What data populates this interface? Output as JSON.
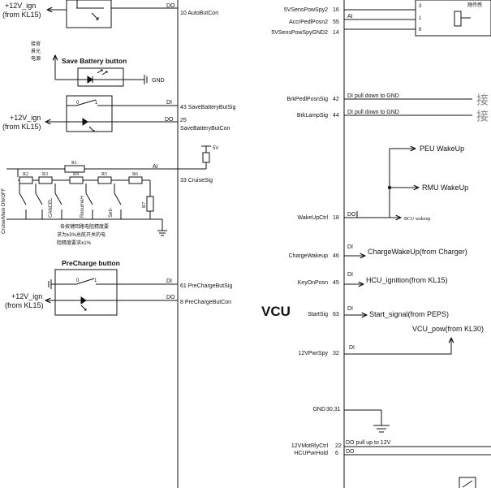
{
  "vcu": {
    "title": "VCU",
    "left_pins": [
      {
        "sig": "DO",
        "label": "10 AutoButCon"
      },
      {
        "sig": "DI",
        "label": "43 SaveBatteryButSig"
      },
      {
        "sig": "DO",
        "label": "25"
      },
      {
        "sig": "",
        "label": "SaveBatteryButCon"
      },
      {
        "sig": "AI",
        "label": "33  CruiseSig"
      },
      {
        "sig": "DI",
        "label": "61  PreChargeButSig"
      },
      {
        "sig": "DO",
        "label": "8  PreChargeButCon"
      }
    ],
    "right_pins": [
      {
        "name": "5VSensPowSpy2",
        "num": "16",
        "sig": ""
      },
      {
        "name": "AccrPedlPosn2",
        "num": "55",
        "sig": "AI"
      },
      {
        "name": "5VSensPowSpyGND2",
        "num": "14",
        "sig": ""
      },
      {
        "name": "BrkPedlPosnSig",
        "num": "42",
        "sig": "DI  pull down to GND"
      },
      {
        "name": "BrkLampSig",
        "num": "44",
        "sig": "DI  pull down to GND"
      },
      {
        "name": "WakeUpCtrl",
        "num": "18",
        "sig": "DO"
      },
      {
        "name": "ChargeWakeup",
        "num": "46",
        "sig": "DI"
      },
      {
        "name": "KeyOnPosn",
        "num": "45",
        "sig": "DI"
      },
      {
        "name": "StartSig",
        "num": "63",
        "sig": "DI"
      },
      {
        "name": "12VPwrSpy",
        "num": "32",
        "sig": "DI"
      },
      {
        "name": "GND",
        "num": "30,31",
        "sig": ""
      },
      {
        "name": "12VMotRlyCtrl",
        "num": "22",
        "sig": "DO  pull up to 12V"
      },
      {
        "name": "HCUPwrHold",
        "num": "6",
        "sig": "DO"
      }
    ]
  },
  "left_side": {
    "ign_top_1": "+12V_ign",
    "ign_top_2": "(from KL15)",
    "cn_note": [
      "接背",
      "景光",
      "电源"
    ],
    "save_battery_title": "Save Battery button",
    "gnd_label": "GND",
    "ign_mid_1": "+12V_ign",
    "ign_mid_2": "(from KL15)",
    "cruise_vertical": "Cruise/Main ON/OFF",
    "resistors": [
      "R1",
      "R2",
      "R3",
      "R4",
      "R5",
      "R6",
      "R7"
    ],
    "switch_labels": [
      "CANCEL",
      "Resume/+",
      "Set/-"
    ],
    "cruise_5v": "5V",
    "cruise_note": [
      "各按键回路电阻精度要",
      "求为±3%总航开关的电",
      "阻精度要求±1%"
    ],
    "precharge_title": "PreCharge button",
    "ign_bot_1": "+12V_ign",
    "ign_bot_2": "(from KL15)",
    "switch_nums": [
      "0",
      "1"
    ]
  },
  "right_side": {
    "sensor_cn": "踏传感",
    "sensor_pins": [
      "3",
      "1",
      "6"
    ],
    "connect_cn_1": "接",
    "connect_cn_2": "接",
    "peu_wake": "PEU WakeUp",
    "rmu_wake": "RMU WakeUp",
    "bcu_wake": "BCU wakeup",
    "charge_wake": "ChargeWakeUp(from Charger)",
    "hcu_ign": "HCU_ignition(from KL15)",
    "start_signal": "Start_signal(from PEPS)",
    "vcu_pow": "VCU_pow(from KL30)"
  }
}
